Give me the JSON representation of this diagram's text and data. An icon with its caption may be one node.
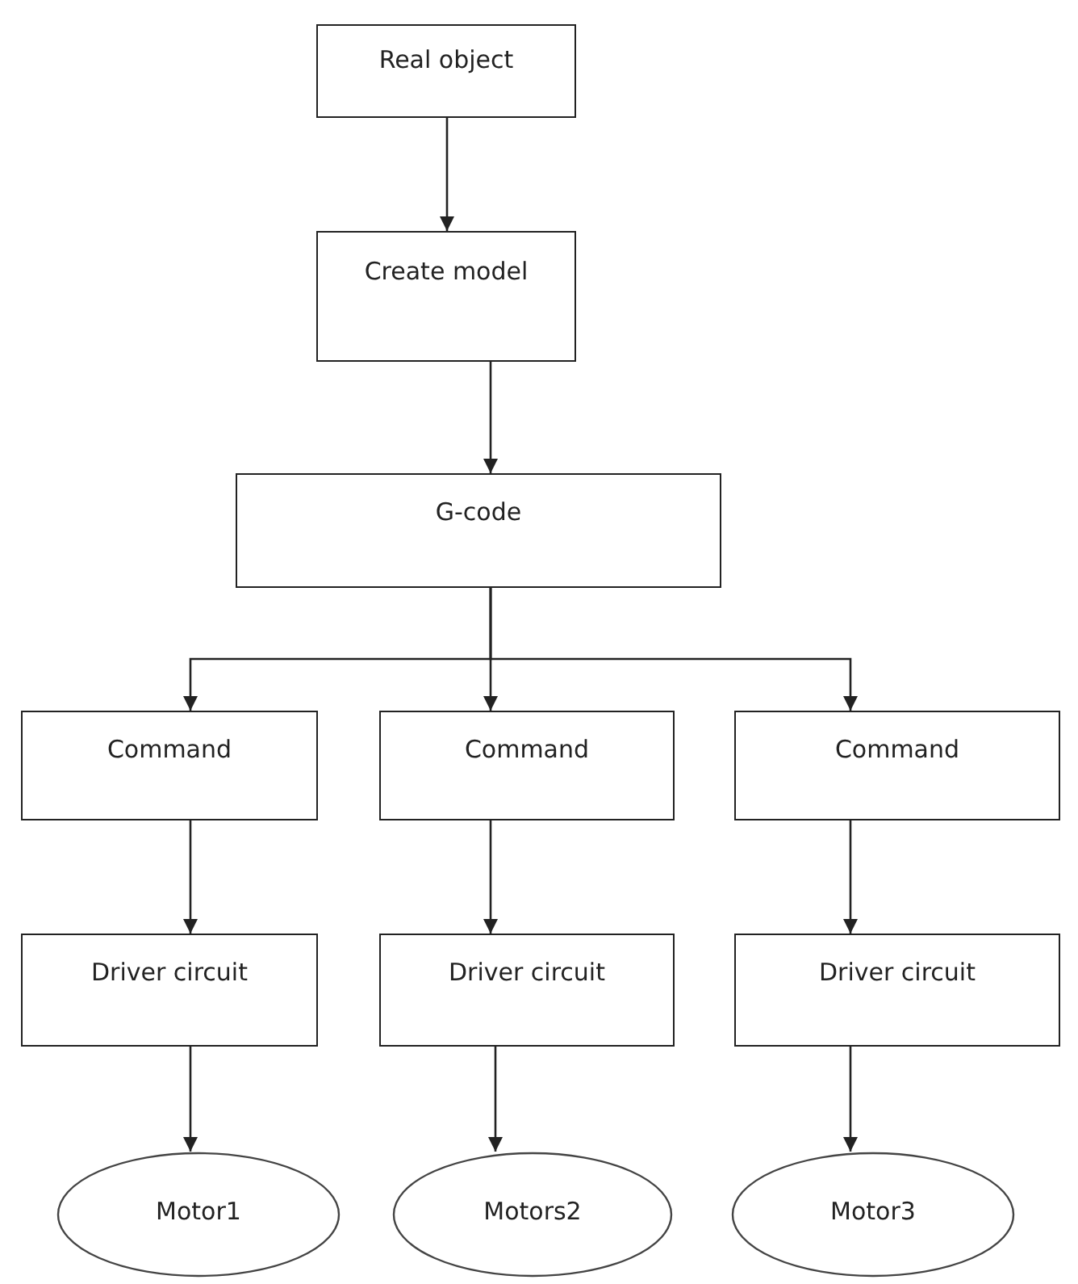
{
  "diagram": {
    "nodes": [
      {
        "text": [
          "Real object"
        ]
      },
      {
        "text": [
          "Create model"
        ]
      },
      {
        "text": [
          "G-code"
        ]
      },
      {
        "text": [
          "Command"
        ]
      },
      {
        "text": [
          "Command"
        ]
      },
      {
        "text": [
          "Command"
        ]
      },
      {
        "text": [
          "Driver circuit"
        ]
      },
      {
        "text": [
          "Driver circuit"
        ]
      },
      {
        "text": [
          "Driver circuit"
        ]
      },
      {
        "text": [
          "Motor1"
        ]
      },
      {
        "text": [
          "Motors2"
        ]
      },
      {
        "text": [
          "Motor3"
        ]
      }
    ],
    "edges": [
      {
        "from": 0,
        "to": 1,
        "arrow": "to"
      },
      {
        "from": 1,
        "to": 2,
        "arrow": "to"
      },
      {
        "from": 2,
        "to": 3,
        "arrow": "to"
      },
      {
        "from": 2,
        "to": 4,
        "arrow": "to"
      },
      {
        "from": 2,
        "to": 5,
        "arrow": "to"
      },
      {
        "from": 3,
        "to": 6,
        "arrow": "to"
      },
      {
        "from": 4,
        "to": 7,
        "arrow": "to"
      },
      {
        "from": 5,
        "to": 8,
        "arrow": "to"
      },
      {
        "from": 6,
        "to": 9,
        "arrow": "to"
      },
      {
        "from": 7,
        "to": 10,
        "arrow": "to"
      },
      {
        "from": 8,
        "to": 11,
        "arrow": "to"
      }
    ]
  }
}
